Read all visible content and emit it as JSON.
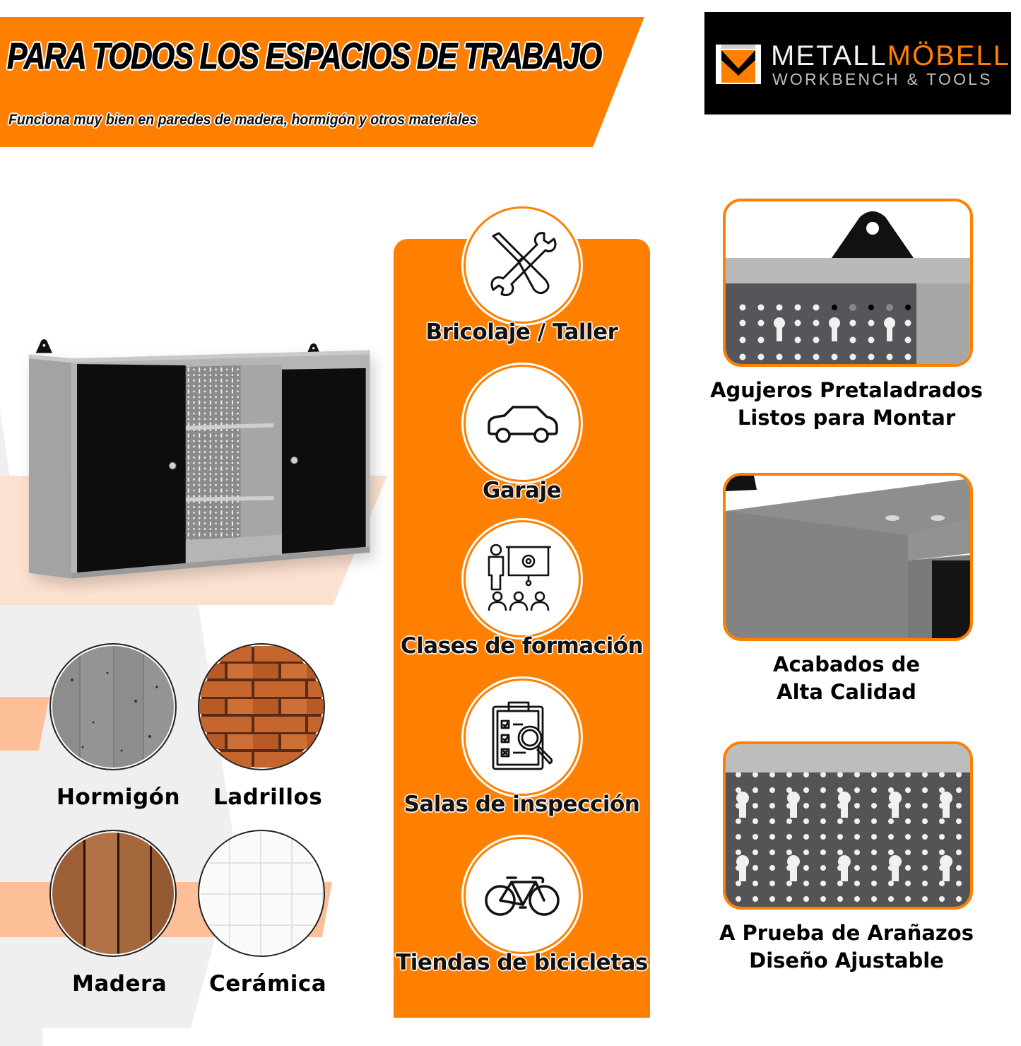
{
  "banner": {
    "title": "PARA TODOS LOS ESPACIOS DE TRABAJO",
    "subtitle": "Funciona muy bien en paredes de madera, hormigón y otros materiales"
  },
  "logo": {
    "brand_part1": "METALL",
    "brand_part2": "MÖBELL",
    "tagline": "WORKBENCH & TOOLS",
    "icon": "m-chevron-logo-icon"
  },
  "product": {
    "name": "wall-tool-cabinet",
    "description_icon": "cabinet-with-two-black-doors-pegboard-and-shelves"
  },
  "materials": [
    {
      "label": "Hormigón",
      "texture": "concrete"
    },
    {
      "label": "Ladrillos",
      "texture": "brick"
    },
    {
      "label": "Madera",
      "texture": "wood"
    },
    {
      "label": "Cerámica",
      "texture": "ceramic-tile"
    }
  ],
  "uses": [
    {
      "label": "Bricolaje / Taller",
      "icon": "wrench-screwdriver-icon"
    },
    {
      "label": "Garaje",
      "icon": "car-icon"
    },
    {
      "label": "Clases de formación",
      "icon": "training-presentation-icon"
    },
    {
      "label": "Salas de inspección",
      "icon": "clipboard-inspection-icon"
    },
    {
      "label": "Tiendas de bicicletas",
      "icon": "bicycle-icon"
    }
  ],
  "features": [
    {
      "line1": "Agujeros Pretaladrados",
      "line2": "Listos para Montar",
      "image": "mounting-bracket-closeup"
    },
    {
      "line1": "Acabados de",
      "line2": "Alta Calidad",
      "image": "textured-finish-closeup"
    },
    {
      "line1": "A Prueba de Arañazos",
      "line2": "Diseño Ajustable",
      "image": "pegboard-closeup"
    }
  ],
  "colors": {
    "accent": "#ff8000",
    "peach": "#fde1d0",
    "peach_strong": "#fcbf98",
    "light_grey": "#efefef",
    "logo_bg": "#000000",
    "steel": "#a9a9a9",
    "pegboard": "#58585a"
  }
}
